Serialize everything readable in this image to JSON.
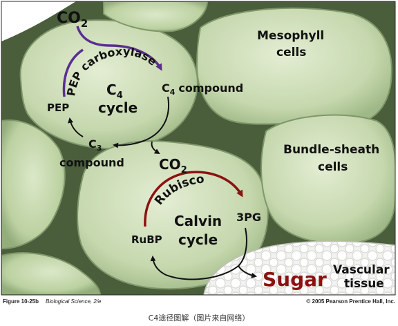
{
  "diagram": {
    "labels": {
      "co2_top": "CO",
      "co2_top_sub": "2",
      "pep_carboxylase": "PEP carboxylase",
      "c4_compound_c": "C",
      "c4_compound_sub": "4",
      "c4_compound_word": "compound",
      "c4_cycle_c": "C",
      "c4_cycle_sub": "4",
      "c4_cycle_word": "cycle",
      "pep": "PEP",
      "c3_c": "C",
      "c3_sub": "3",
      "c3_word": "compound",
      "co2_mid": "CO",
      "co2_mid_sub": "2",
      "rubisco": "Rubisco",
      "calvin": "Calvin",
      "calvin_cycle": "cycle",
      "pg3": "3PG",
      "rubp": "RuBP",
      "sugar": "Sugar",
      "vascular": "Vascular",
      "tissue": "tissue",
      "mesophyll": "Mesophyll",
      "mesophyll_cells": "cells",
      "bundle_sheath": "Bundle-sheath",
      "bundle_sheath_cells": "cells"
    },
    "colors": {
      "cell_fill": "#c9d9b3",
      "cell_edge": "#7f976b",
      "background": "#4a5e3b",
      "purple_arrow": "#5b2e91",
      "red_arrow": "#8c1111",
      "sugar": "#8c1111",
      "black_arrow": "#111111"
    }
  },
  "footer": {
    "figure_id": "Figure 10-25b",
    "book": "Biological Science, 2/e",
    "copyright": "© 2005 Pearson Prentice Hall, Inc."
  },
  "caption": "C4途径图解（图片来自网络）"
}
